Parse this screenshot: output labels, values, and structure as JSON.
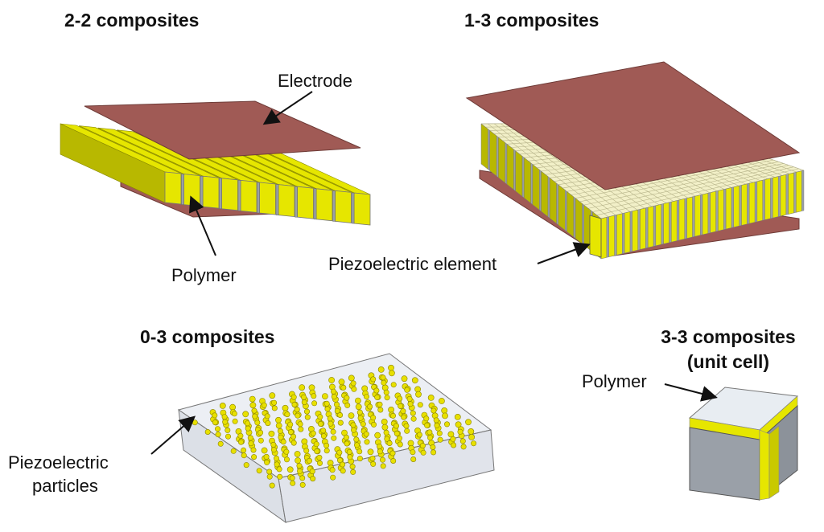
{
  "titles": {
    "t22": "2-2 composites",
    "t13": "1-3 composites",
    "t03": "0-3 composites",
    "t33_line1": "3-3 composites",
    "t33_line2": "(unit cell)"
  },
  "labels": {
    "electrode": "Electrode",
    "polymer_22": "Polymer",
    "piezo_element": "Piezoelectric element",
    "piezo_particles_line1": "Piezoelectric",
    "piezo_particles_line2": "particles",
    "polymer_33": "Polymer"
  },
  "colors": {
    "electrode": "#a05a55",
    "electrode_edge": "#6e3b37",
    "piezo_yellow": "#e6e600",
    "piezo_yellow_dark": "#b8b800",
    "polymer_gray": "#9aa0a8",
    "polymer_light": "#e8edf2",
    "particle": "#e8e000"
  }
}
